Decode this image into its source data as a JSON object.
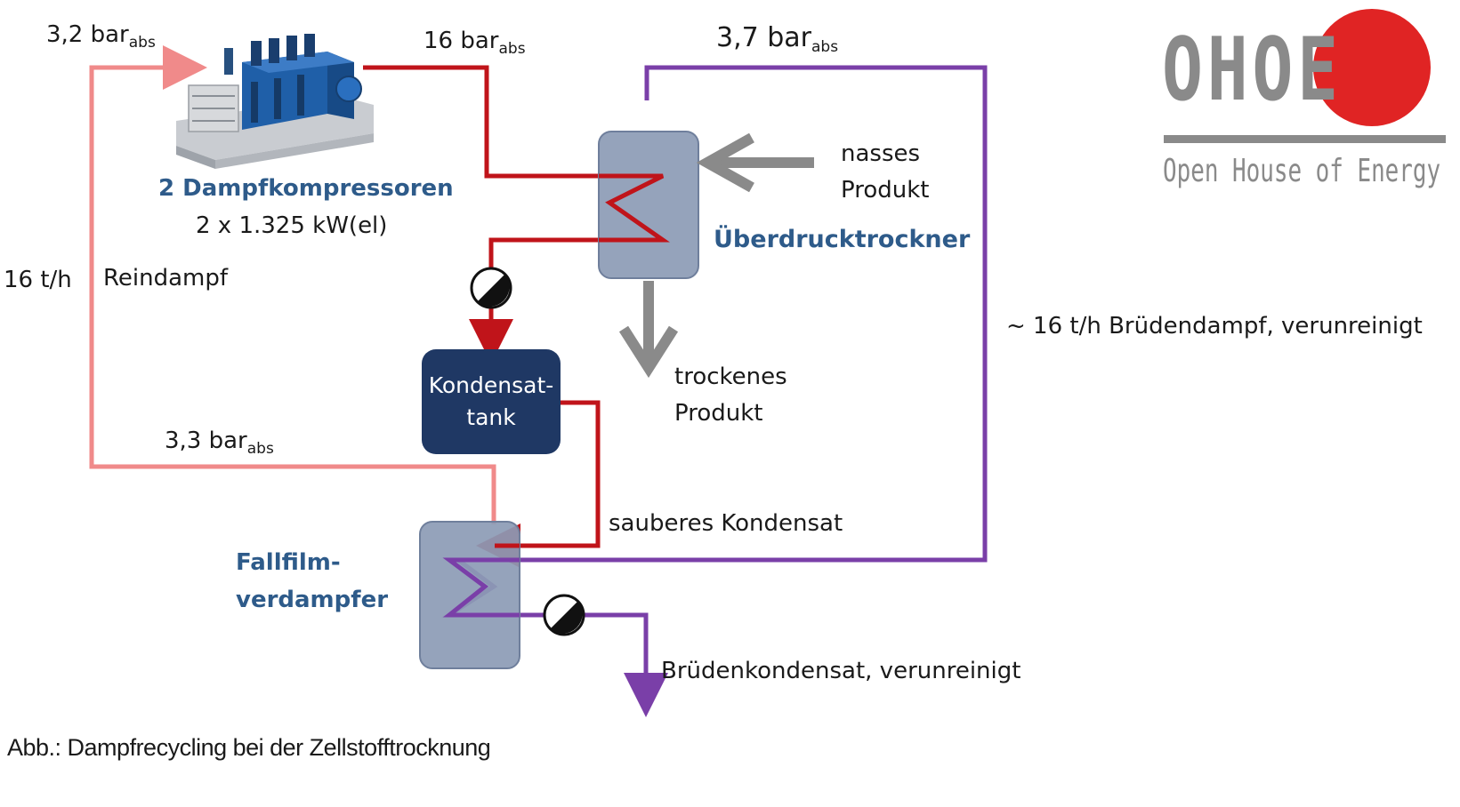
{
  "labels": {
    "p_in_value": "3,2 bar",
    "p_in_sub": "abs",
    "p_out_value": "16 bar",
    "p_out_sub": "abs",
    "p_vapor_value": "3,7 bar",
    "p_vapor_sub": "abs",
    "p_return_value": "3,3 bar",
    "p_return_sub": "abs",
    "compressor_title": "2 Dampfkompressoren",
    "compressor_power": "2 x 1.325 kW(el)",
    "flow_left": "16 t/h",
    "reindampf": "Reindampf",
    "wet_product_1": "nasses",
    "wet_product_2": "Produkt",
    "dryer": "Überdrucktrockner",
    "dry_product_1": "trockenes",
    "dry_product_2": "Produkt",
    "vapor_flow": "~ 16 t/h  Brüdendampf,  verunreinigt",
    "tank_1": "Kondensat-",
    "tank_2": "tank",
    "clean_condensate": "sauberes  Kondensat",
    "evaporator_1": "Fallfilm-",
    "evaporator_2": "verdampfer",
    "vapor_condensate": "Brüdenkondensat,  verunreinigt",
    "caption": "Abb.: Dampfrecycling bei der Zellstofftrocknung"
  },
  "logo": {
    "mark": "OHOE",
    "tagline": "Open House of Energy"
  },
  "colors": {
    "steam_line": "#c0141a",
    "return_line": "#f08a8a",
    "vapor_line": "#7a3fa8",
    "vessel_fill": "#8c9bb5",
    "tank_fill": "#1f3864",
    "arrow_gray": "#8a8a8a",
    "logo_red": "#e02424",
    "logo_gray": "#8a8a8a",
    "heading_blue": "#2e5b8a"
  }
}
